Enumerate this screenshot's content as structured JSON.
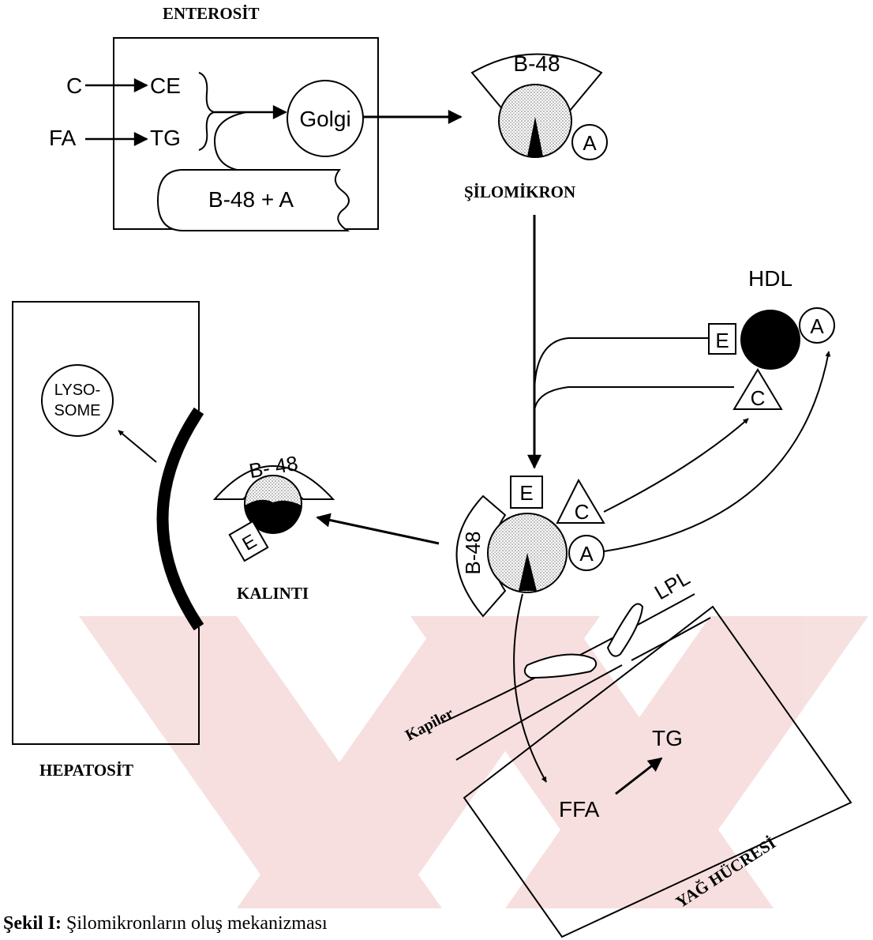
{
  "labels": {
    "enterosit": "ENTEROSİT",
    "silomikron": "ŞİLOMİKRON",
    "hepatosit": "HEPATOSİT",
    "kalinti": "KALINTI",
    "kapiler": "Kapiler",
    "yag_hucresi": "YAĞ HÜCRESİ",
    "hdl": "HDL",
    "lpl": "LPL",
    "lysosome_line1": "LYSO-",
    "lysosome_line2": "SOME"
  },
  "enterocyte": {
    "c": "C",
    "ce": "CE",
    "fa": "FA",
    "tg": "TG",
    "golgi": "Golgi",
    "er": "B-48 + A"
  },
  "apoproteins": {
    "b48": "B-48",
    "b48_spaced": "B- 48",
    "a": "A",
    "c": "C",
    "e": "E"
  },
  "adipocyte": {
    "ffa": "FFA",
    "tg": "TG"
  },
  "caption": {
    "bold": "Şekil I:",
    "text": " Şilomikronların oluş mekanizması"
  },
  "colors": {
    "watermark": "#f4d8d8",
    "ink": "#000000"
  }
}
